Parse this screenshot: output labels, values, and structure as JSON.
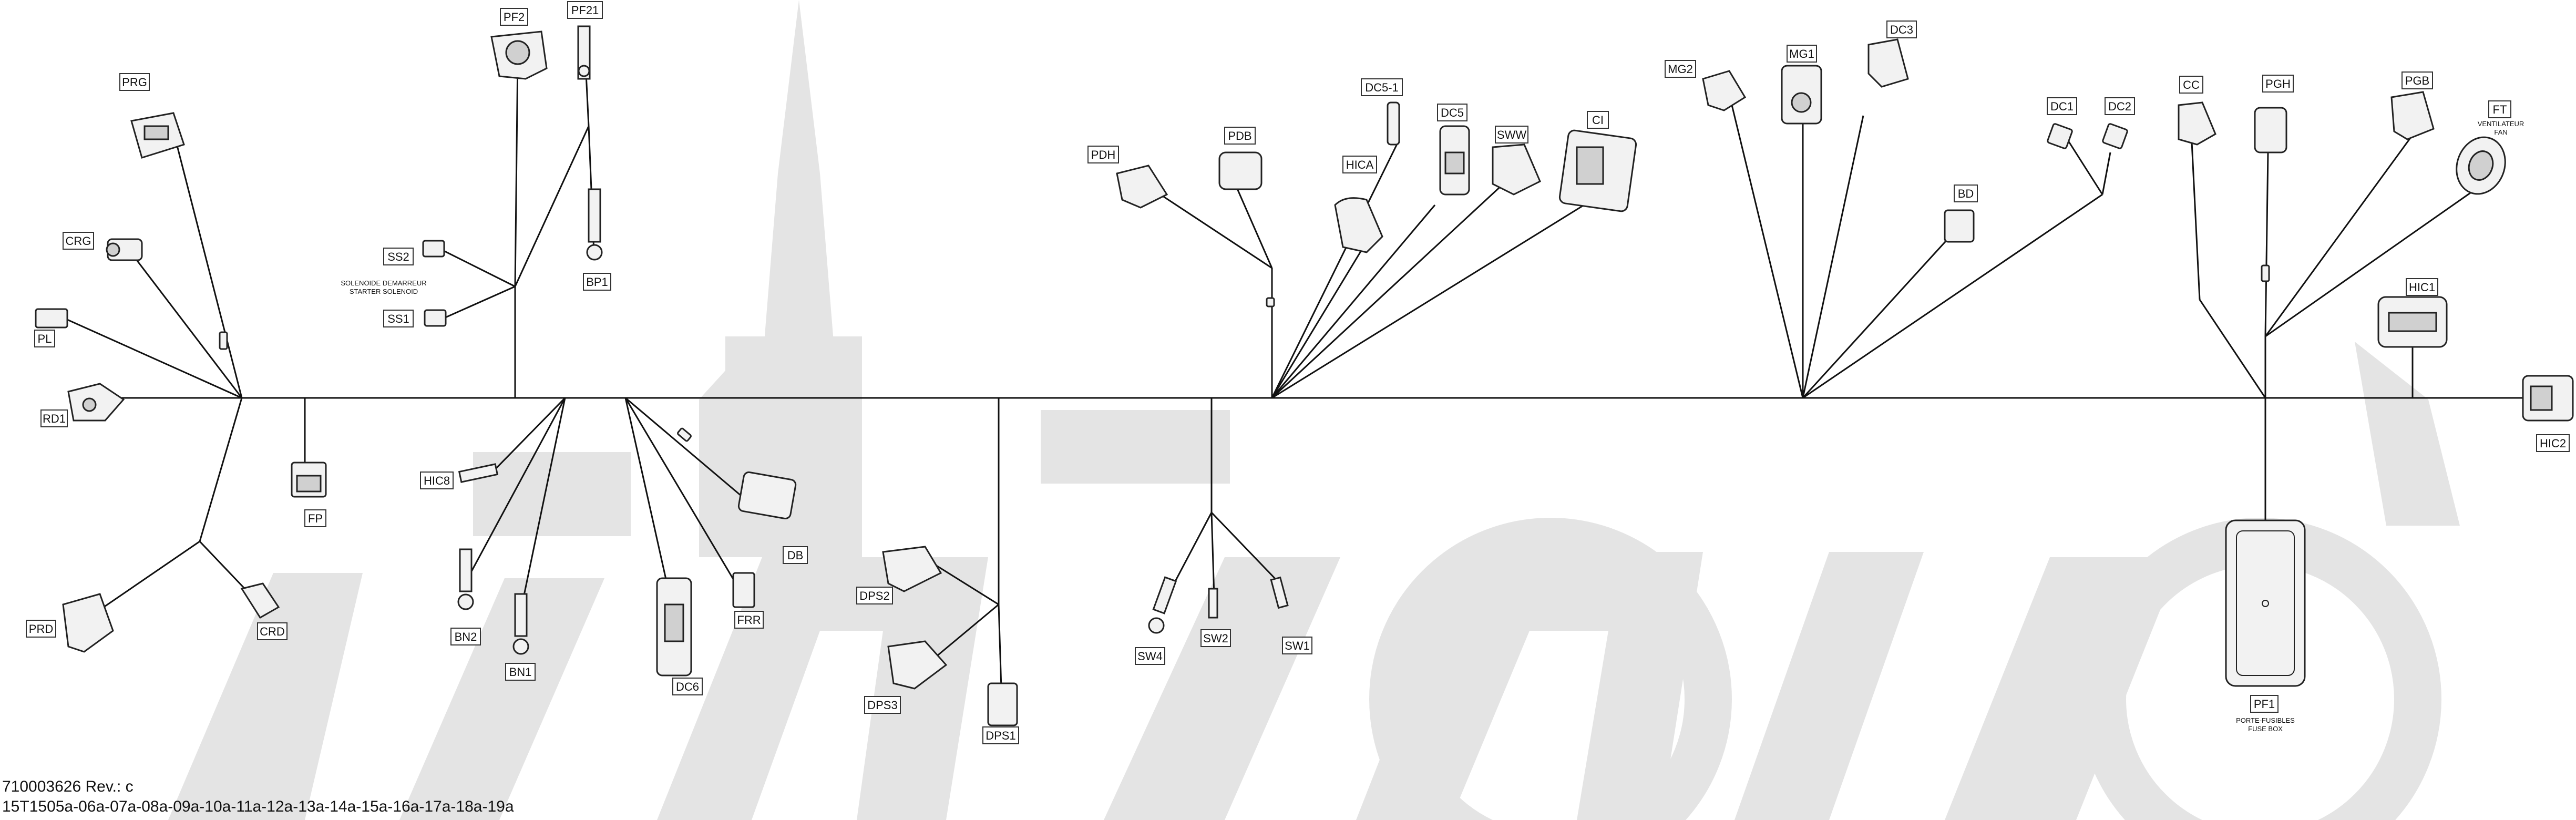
{
  "footer": {
    "part_number": "710003626 Rev.: c",
    "models": "15T1505a-06a-07a-08a-09a-10a-11a-12a-13a-14a-15a-16a-17a-18a-19a"
  },
  "labels": {
    "PRG": "PRG",
    "CRG": "CRG",
    "PL": "PL",
    "RD1": "RD1",
    "PRD": "PRD",
    "CRD": "CRD",
    "FP": "FP",
    "PF2": "PF2",
    "PF21": "PF21",
    "BP1": "BP1",
    "SS2": "SS2",
    "SS1": "SS1",
    "HIC8": "HIC8",
    "BN2": "BN2",
    "BN1": "BN1",
    "DC6": "DC6",
    "FRR": "FRR",
    "DB": "DB",
    "DPS2": "DPS2",
    "DPS3": "DPS3",
    "DPS1": "DPS1",
    "SW4": "SW4",
    "SW2": "SW2",
    "SW1": "SW1",
    "PDH": "PDH",
    "PDB": "PDB",
    "HICA": "HICA",
    "DC5-1": "DC5-1",
    "DC5": "DC5",
    "SWW": "SWW",
    "CI": "CI",
    "MG2": "MG2",
    "MG1": "MG1",
    "DC3": "DC3",
    "BD": "BD",
    "DC1": "DC1",
    "DC2": "DC2",
    "CC": "CC",
    "PGH": "PGH",
    "PGB": "PGB",
    "FT": "FT",
    "HIC1": "HIC1",
    "HIC2": "HIC2",
    "PF1": "PF1"
  },
  "notes": {
    "ss_line1": "SOLENOIDE DEMARREUR",
    "ss_line2": "STARTER SOLENOID",
    "ft_line1": "VENTILATEUR",
    "ft_line2": "FAN",
    "pf1_line1": "PORTE-FUSIBLES",
    "pf1_line2": "FUSE BOX"
  },
  "colors": {
    "wire": "#111111",
    "watermark": "#e4e4e4",
    "background": "#ffffff"
  }
}
